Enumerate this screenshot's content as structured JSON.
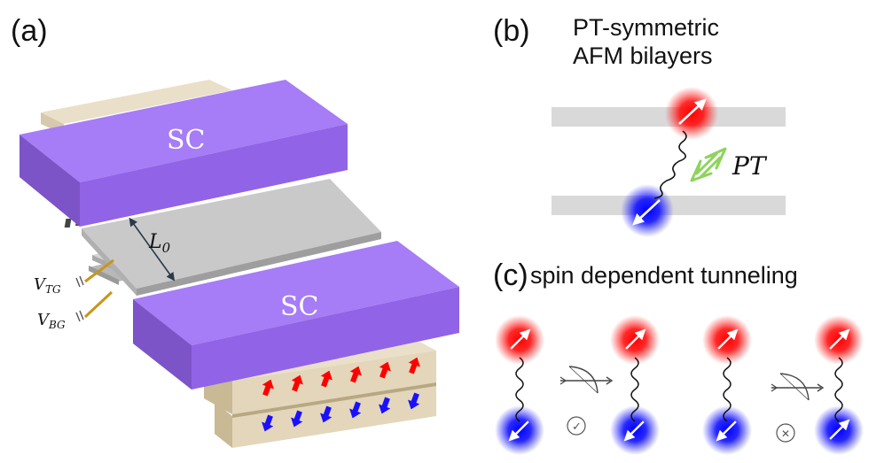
{
  "panels": {
    "a": "(a)",
    "b": "(b)",
    "c": "(c)"
  },
  "panel_a": {
    "sc_top": "SC",
    "sc_bottom": "SC",
    "length_symbol": "L",
    "length_sub": "0",
    "vtg_symbol": "V",
    "vtg_sub": "TG",
    "vbg_symbol": "V",
    "vbg_sub": "BG"
  },
  "panel_b": {
    "title_line1": "PT-symmetric",
    "title_line2": "AFM bilayers",
    "symmetry_label": "PT"
  },
  "panel_c": {
    "title": "spin dependent tunneling",
    "allowed_mark": "✓",
    "forbidden_mark": "✕"
  },
  "colors": {
    "superconductor": "#a67cf7",
    "superconductor_side": "#7d53c8",
    "substrate": "#eadfc8",
    "graphene": "#c8c8c8",
    "spin_up": "#ff0000",
    "spin_down": "#1a10ff",
    "pt_arrow": "#8ed45c",
    "layer": "#d9d9d9"
  }
}
